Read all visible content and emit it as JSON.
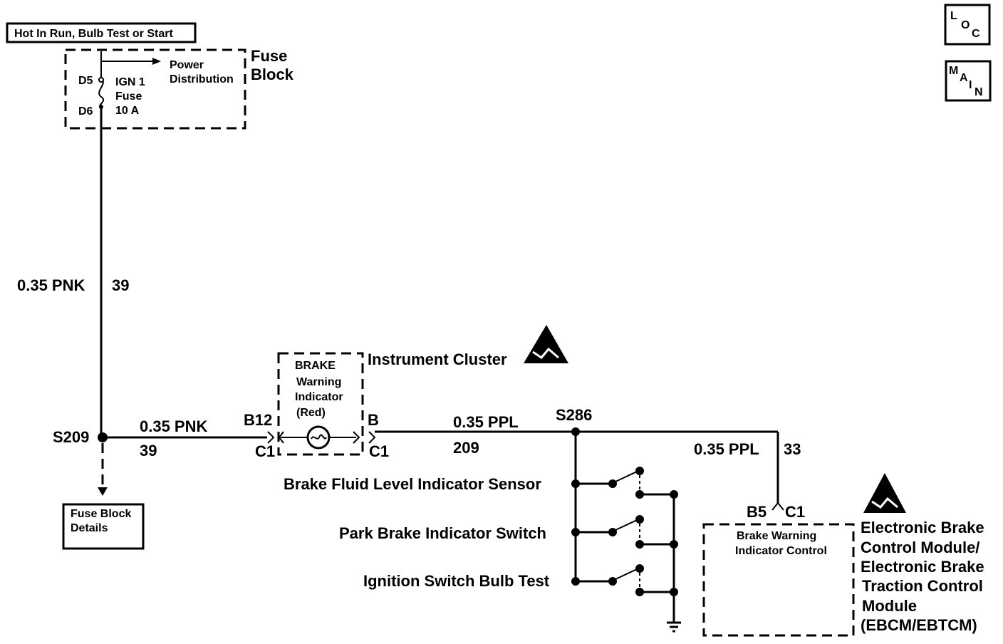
{
  "header_box": "Hot In Run, Bulb Test or Start",
  "nav_icons": {
    "loc": {
      "l": "L",
      "o": "O",
      "c": "C"
    },
    "main": {
      "m": "M",
      "a": "A",
      "i": "I",
      "n": "N"
    }
  },
  "fuse_block": {
    "title_line1": "Fuse",
    "title_line2": "Block",
    "pin_top": "D5",
    "pin_bottom": "D6",
    "fuse_line1": "IGN 1",
    "fuse_line2": "Fuse",
    "fuse_line3": "10 A",
    "power_line1": "Power",
    "power_line2": "Distribution"
  },
  "wires": {
    "pnk_vertical_size": "0.35 PNK",
    "pnk_vertical_circuit": "39",
    "pnk_horizontal_size": "0.35 PNK",
    "pnk_horizontal_circuit": "39",
    "ppl_size": "0.35 PPL",
    "ppl_circuit": "209",
    "ppl_right_size": "0.35 PPL",
    "ppl_right_circuit": "33"
  },
  "splices": {
    "s209": "S209",
    "s286": "S286"
  },
  "fuse_block_details": {
    "line1": "Fuse Block",
    "line2": "Details"
  },
  "instrument_cluster": {
    "title": "Instrument Cluster",
    "indicator_line1": "BRAKE",
    "indicator_line2": "Warning",
    "indicator_line3": "Indicator",
    "indicator_line4": "(Red)",
    "pin_left": "B12",
    "conn_left": "C1",
    "pin_right": "B",
    "conn_right": "C1"
  },
  "switches": {
    "fluid_level": "Brake Fluid Level Indicator Sensor",
    "park_brake": "Park Brake Indicator Switch",
    "ignition_bulb": "Ignition Switch Bulb Test"
  },
  "ebcm": {
    "pin": "B5",
    "conn": "C1",
    "control_line1": "Brake Warning",
    "control_line2": "Indicator Control",
    "title_line1": "Electronic Brake",
    "title_line2": "Control Module/",
    "title_line3": "Electronic Brake",
    "title_line4": "Traction Control",
    "title_line5": "Module",
    "title_line6": "(EBCM/EBTCM)"
  }
}
